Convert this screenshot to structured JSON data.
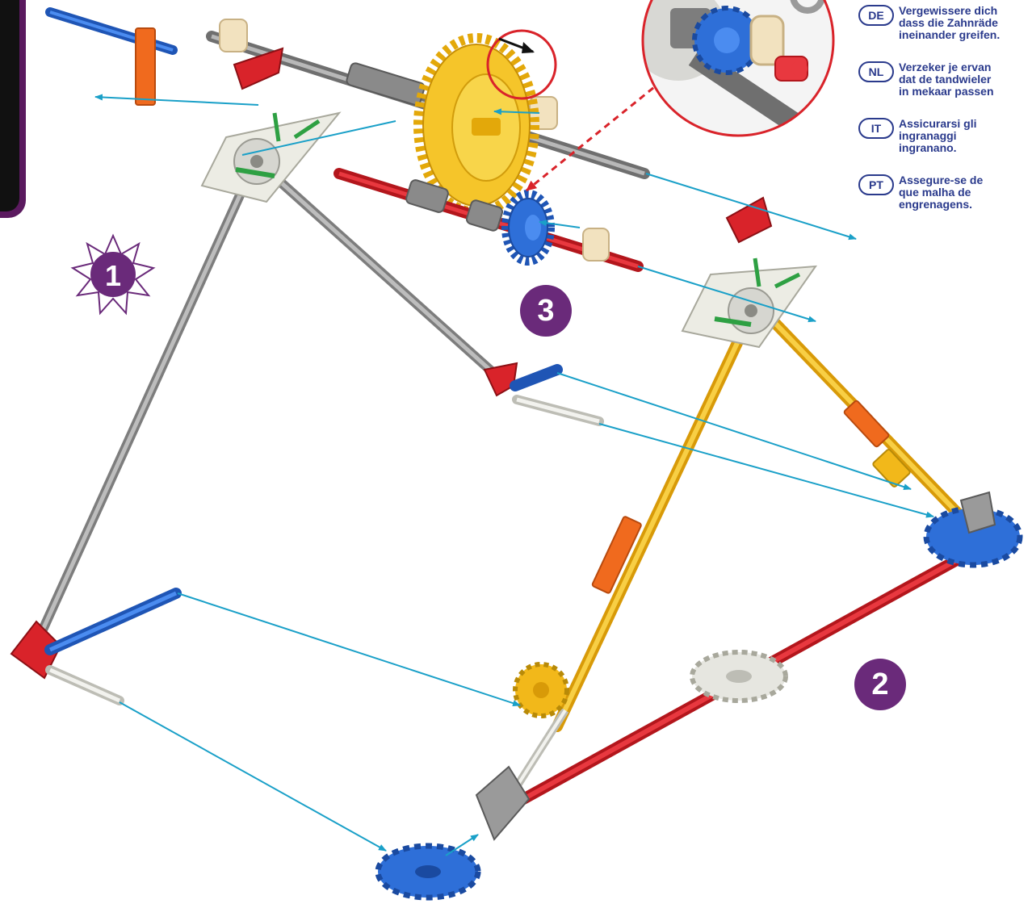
{
  "languages": [
    {
      "code": "DE",
      "lines": [
        "Vergewissere dich",
        "dass die Zahnräde",
        "ineinander greifen."
      ]
    },
    {
      "code": "NL",
      "lines": [
        "Verzeker je ervan",
        "dat de tandwieler",
        "in mekaar passen"
      ]
    },
    {
      "code": "IT",
      "lines": [
        "Assicurarsi gli",
        "ingranaggi",
        "ingranano."
      ]
    },
    {
      "code": "PT",
      "lines": [
        "Assegure-se de",
        "que malha de",
        "engrenagens."
      ]
    }
  ],
  "steps": {
    "burst": "1",
    "two": "2",
    "three": "3"
  },
  "colors": {
    "red": "#d9232a",
    "blue": "#2866c8",
    "yellow": "#f2b81a",
    "orange": "#f06a1e",
    "grey": "#9a9a9a",
    "white_part": "#e6e6e0",
    "green": "#2ea043",
    "arrow": "#1aa0c8",
    "step_purple": "#6a2a7a",
    "label_blue": "#2a3a8c"
  }
}
